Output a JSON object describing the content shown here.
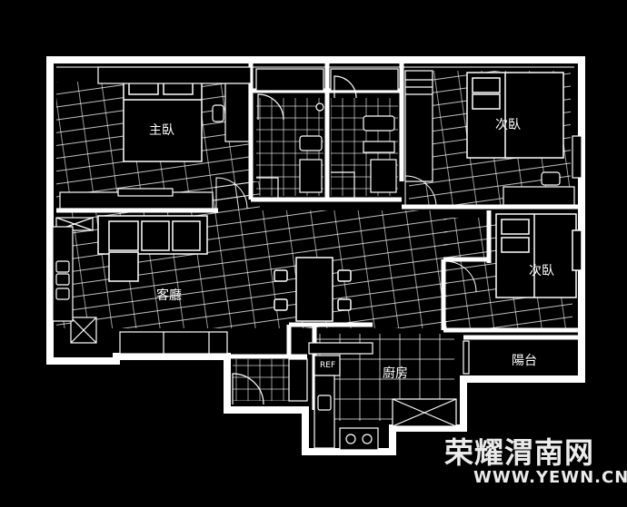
{
  "rooms": {
    "master_bedroom": "主臥",
    "bedroom_2": "次臥",
    "bedroom_3": "次臥",
    "living_room": "客廳",
    "kitchen": "廚房",
    "balcony": "陽台",
    "fridge": "REF"
  },
  "watermark": {
    "brand": "荣耀渭南网",
    "url": "WWW.YEWN.CN"
  },
  "colors": {
    "background": "#000000",
    "lines": "#ffffff"
  }
}
